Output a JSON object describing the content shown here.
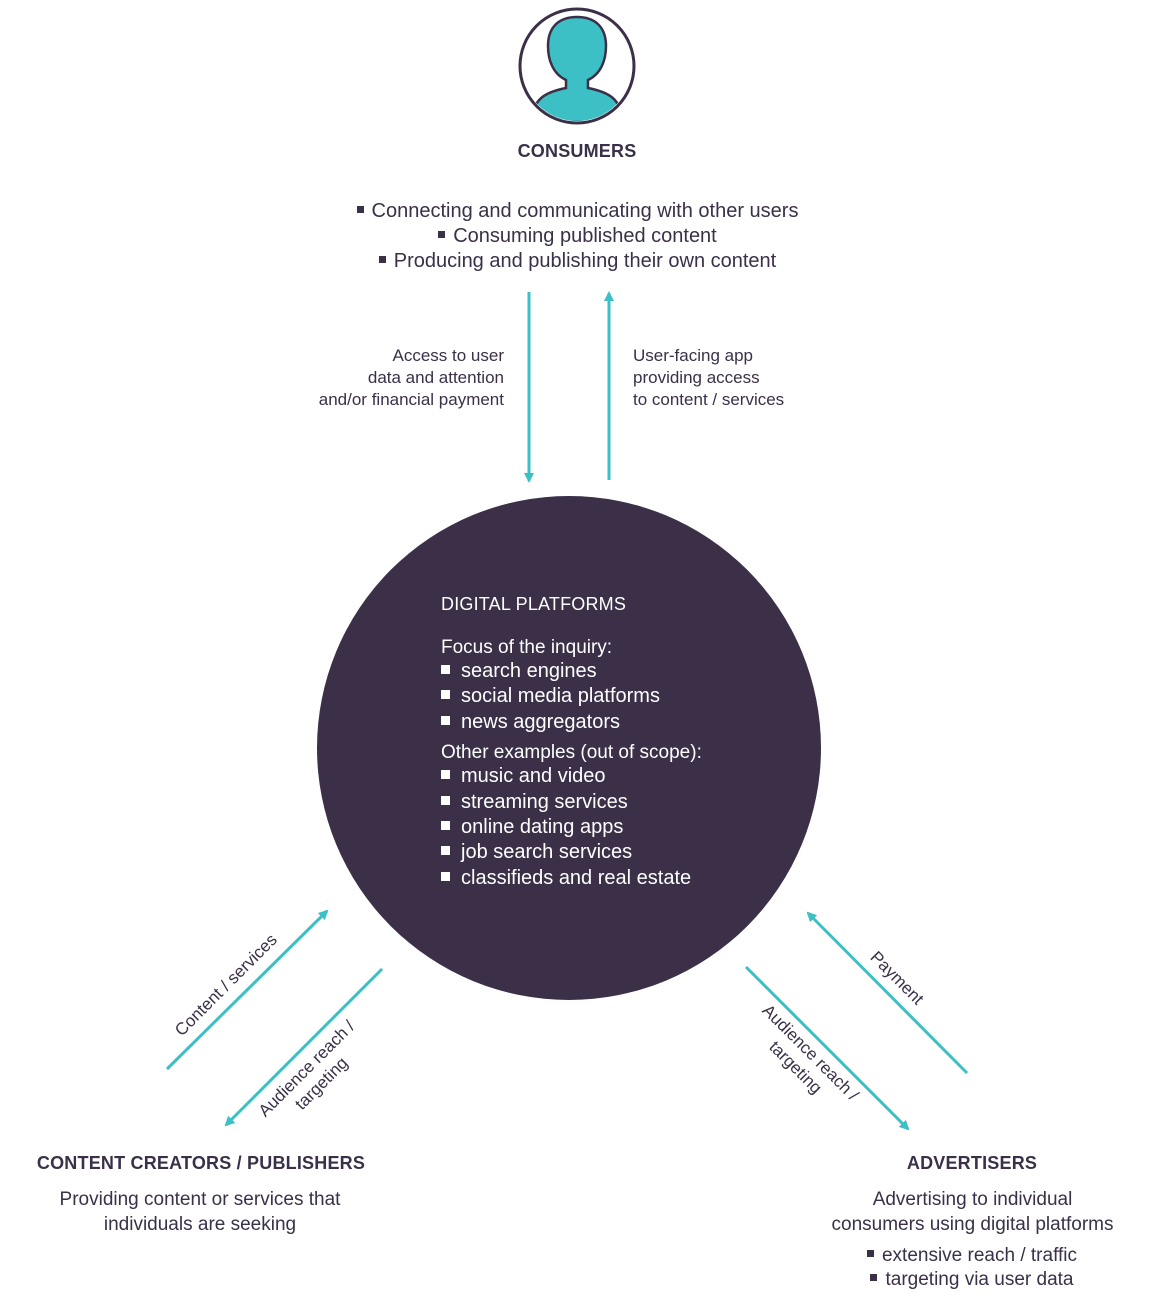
{
  "colors": {
    "teal": "#3dbfc6",
    "dark": "#3b3048",
    "text": "#3a3048"
  },
  "icons": {
    "consumer": "person-icon"
  },
  "consumers": {
    "title": "CONSUMERS",
    "bullets": [
      "Connecting and communicating with other users",
      "Consuming published content",
      "Producing and publishing their own content"
    ]
  },
  "flows": {
    "to_platform": [
      "Access to user",
      "data and attention",
      "and/or financial payment"
    ],
    "to_consumer": [
      "User-facing app",
      "providing access",
      "to content / services"
    ],
    "content_services": "Content / services",
    "audience_left": [
      "Audience reach /",
      "targeting"
    ],
    "audience_right": [
      "Audience reach /",
      "targeting"
    ],
    "payment": "Payment"
  },
  "platform": {
    "title": "DIGITAL PLATFORMS",
    "focus_label": "Focus of the inquiry:",
    "focus_items": [
      "search engines",
      "social media platforms",
      "news aggregators"
    ],
    "other_label": "Other examples (out of scope):",
    "other_items": [
      "music and video",
      "streaming services",
      "online dating apps",
      "job search services",
      "classifieds and real estate"
    ]
  },
  "creators": {
    "title": "CONTENT CREATORS / PUBLISHERS",
    "desc": [
      "Providing content or services that",
      "individuals are seeking"
    ]
  },
  "advertisers": {
    "title": "ADVERTISERS",
    "desc": [
      "Advertising to individual",
      "consumers using digital platforms"
    ],
    "bullets": [
      "extensive reach / traffic",
      "targeting via user data"
    ]
  }
}
